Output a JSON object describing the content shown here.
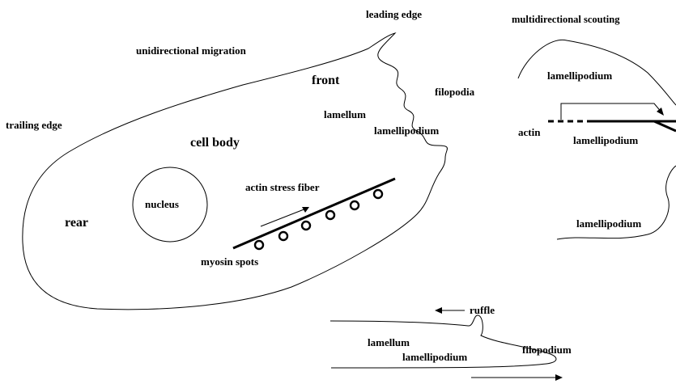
{
  "labels": {
    "leading_edge": "leading  edge",
    "multidirectional_scouting": "multidirectional scouting",
    "unidirectional_migration": "unidirectional migration",
    "front": "front",
    "filopodia": "filopodia",
    "lamellum_top": "lamellum",
    "lamellipodium_cell": "lamellipodium",
    "trailing_edge": "trailing  edge",
    "cell_body": "cell body",
    "actin_stress_fiber": "actin  stress  fiber",
    "nucleus": "nucleus",
    "rear": "rear",
    "myosin_spots": "myosin spots",
    "lamellipodium_right_top": "lamellipodium",
    "actin_right": "actin",
    "lamellipodium_right_mid": "lamellipodium",
    "lamellipodium_right_bottom": "lamellipodium",
    "ruffle": "ruffle",
    "lamellum_bottom": "lamellum",
    "lamellipodium_bottom": "lamellipodium",
    "filopodium": "filopodium"
  },
  "colors": {
    "ink": "#000000",
    "background": "#ffffff"
  }
}
